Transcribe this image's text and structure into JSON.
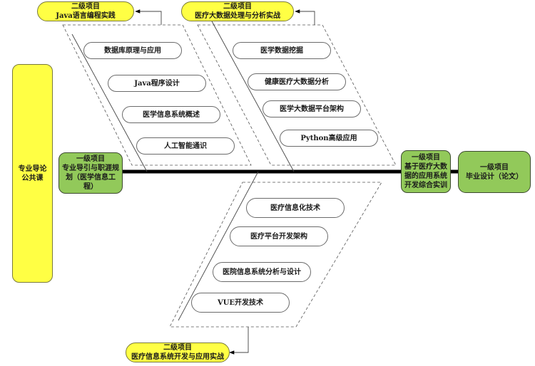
{
  "left_column": {
    "lines": [
      "专业导论",
      "公共课"
    ]
  },
  "level1": [
    {
      "id": "intro",
      "lines": [
        "一级项目",
        "专业导引与职涯规",
        "划（医学信息工",
        "程）"
      ]
    },
    {
      "id": "integrated",
      "lines": [
        "一级项目",
        "基于医疗大数",
        "据的应用系统",
        "开发综合实训"
      ]
    },
    {
      "id": "graduation",
      "lines": [
        "一级项目",
        "毕业设计（论文）"
      ]
    }
  ],
  "level2": [
    {
      "id": "java",
      "lines": [
        "二级项目",
        "Java语言编程实践"
      ]
    },
    {
      "id": "bigdata",
      "lines": [
        "二级项目",
        "医疗大数据处理与分析实战"
      ]
    },
    {
      "id": "his",
      "lines": [
        "二级项目",
        "医疗信息系统开发与应用实战"
      ]
    }
  ],
  "courses": {
    "java": [
      "数据库原理与应用",
      "Java程序设计",
      "医学信息系统概述",
      "人工智能通识"
    ],
    "bigdata": [
      "医学数据挖掘",
      "健康医疗大数据分析",
      "医学大数据平台架构",
      "Python高级应用"
    ],
    "his": [
      "医疗信息化技术",
      "医疗平台开发架构",
      "医院信息系统分析与设计",
      "VUE开发技术"
    ]
  },
  "colors": {
    "yellow": "#ffff44",
    "green": "#92c95a",
    "spine": "#000000"
  }
}
